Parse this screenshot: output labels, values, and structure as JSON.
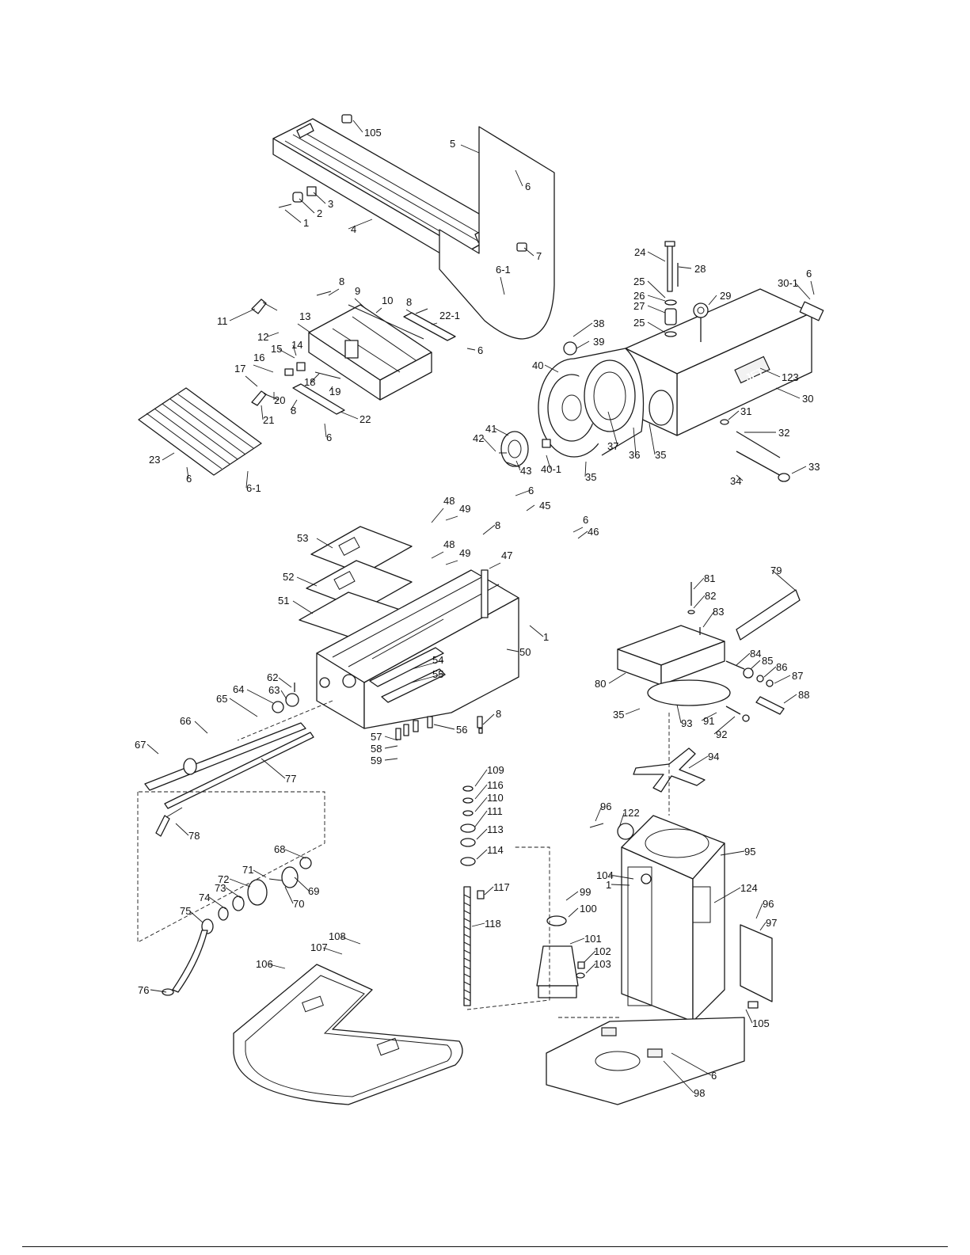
{
  "brand_plate": "JET",
  "callouts": [
    "105",
    "5",
    "6",
    "1",
    "2",
    "3",
    "4",
    "7",
    "6-1",
    "8",
    "9",
    "10",
    "8",
    "22-1",
    "6",
    "11",
    "12",
    "13",
    "15",
    "14",
    "16",
    "17",
    "18",
    "19",
    "20",
    "8",
    "21",
    "22",
    "6",
    "23",
    "6",
    "6-1",
    "24",
    "28",
    "25",
    "26",
    "27",
    "25",
    "29",
    "30-1",
    "6",
    "38",
    "39",
    "40",
    "123",
    "30",
    "31",
    "32",
    "33",
    "34",
    "35",
    "36",
    "37",
    "40-1",
    "35",
    "41",
    "42",
    "43",
    "6",
    "45",
    "48",
    "49",
    "8",
    "6",
    "46",
    "53",
    "48",
    "49",
    "47",
    "52",
    "51",
    "1",
    "54",
    "55",
    "50",
    "62",
    "63",
    "64",
    "65",
    "66",
    "67",
    "57",
    "58",
    "59",
    "56",
    "8",
    "77",
    "78",
    "81",
    "79",
    "82",
    "83",
    "84",
    "85",
    "86",
    "87",
    "80",
    "35",
    "88",
    "93",
    "91",
    "92",
    "94",
    "109",
    "116",
    "110",
    "111",
    "113",
    "114",
    "117",
    "118",
    "96",
    "122",
    "95",
    "104",
    "1",
    "124",
    "99",
    "100",
    "101",
    "102",
    "103",
    "96",
    "97",
    "105",
    "98",
    "6",
    "68",
    "71",
    "72",
    "73",
    "74",
    "69",
    "70",
    "75",
    "76",
    "107",
    "108",
    "106"
  ]
}
